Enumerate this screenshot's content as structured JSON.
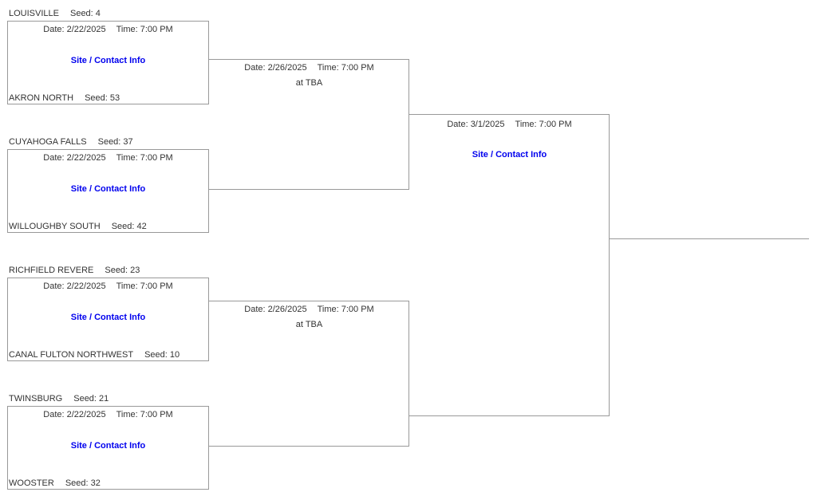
{
  "colors": {
    "line": "#999999",
    "text": "#333333",
    "link": "#0000ee",
    "background": "#ffffff"
  },
  "bracket": {
    "round1": [
      {
        "top_team": "LOUISVILLE",
        "top_seed": "Seed: 4",
        "bottom_team": "AKRON NORTH",
        "bottom_seed": "Seed: 53",
        "date": "Date: 2/22/2025",
        "time": "Time: 7:00 PM",
        "link": "Site / Contact Info"
      },
      {
        "top_team": "CUYAHOGA FALLS",
        "top_seed": "Seed: 37",
        "bottom_team": "WILLOUGHBY SOUTH",
        "bottom_seed": "Seed: 42",
        "date": "Date: 2/22/2025",
        "time": "Time: 7:00 PM",
        "link": "Site / Contact Info"
      },
      {
        "top_team": "RICHFIELD REVERE",
        "top_seed": "Seed: 23",
        "bottom_team": "CANAL FULTON NORTHWEST",
        "bottom_seed": "Seed: 10",
        "date": "Date: 2/22/2025",
        "time": "Time: 7:00 PM",
        "link": "Site / Contact Info"
      },
      {
        "top_team": "TWINSBURG",
        "top_seed": "Seed: 21",
        "bottom_team": "WOOSTER",
        "bottom_seed": "Seed: 32",
        "date": "Date: 2/22/2025",
        "time": "Time: 7:00 PM",
        "link": "Site / Contact Info"
      }
    ],
    "round2": [
      {
        "date": "Date: 2/26/2025",
        "time": "Time: 7:00 PM",
        "venue": "at TBA"
      },
      {
        "date": "Date: 2/26/2025",
        "time": "Time: 7:00 PM",
        "venue": "at TBA"
      }
    ],
    "final": [
      {
        "date": "Date: 3/1/2025",
        "time": "Time: 7:00 PM",
        "link": "Site / Contact Info"
      }
    ]
  }
}
